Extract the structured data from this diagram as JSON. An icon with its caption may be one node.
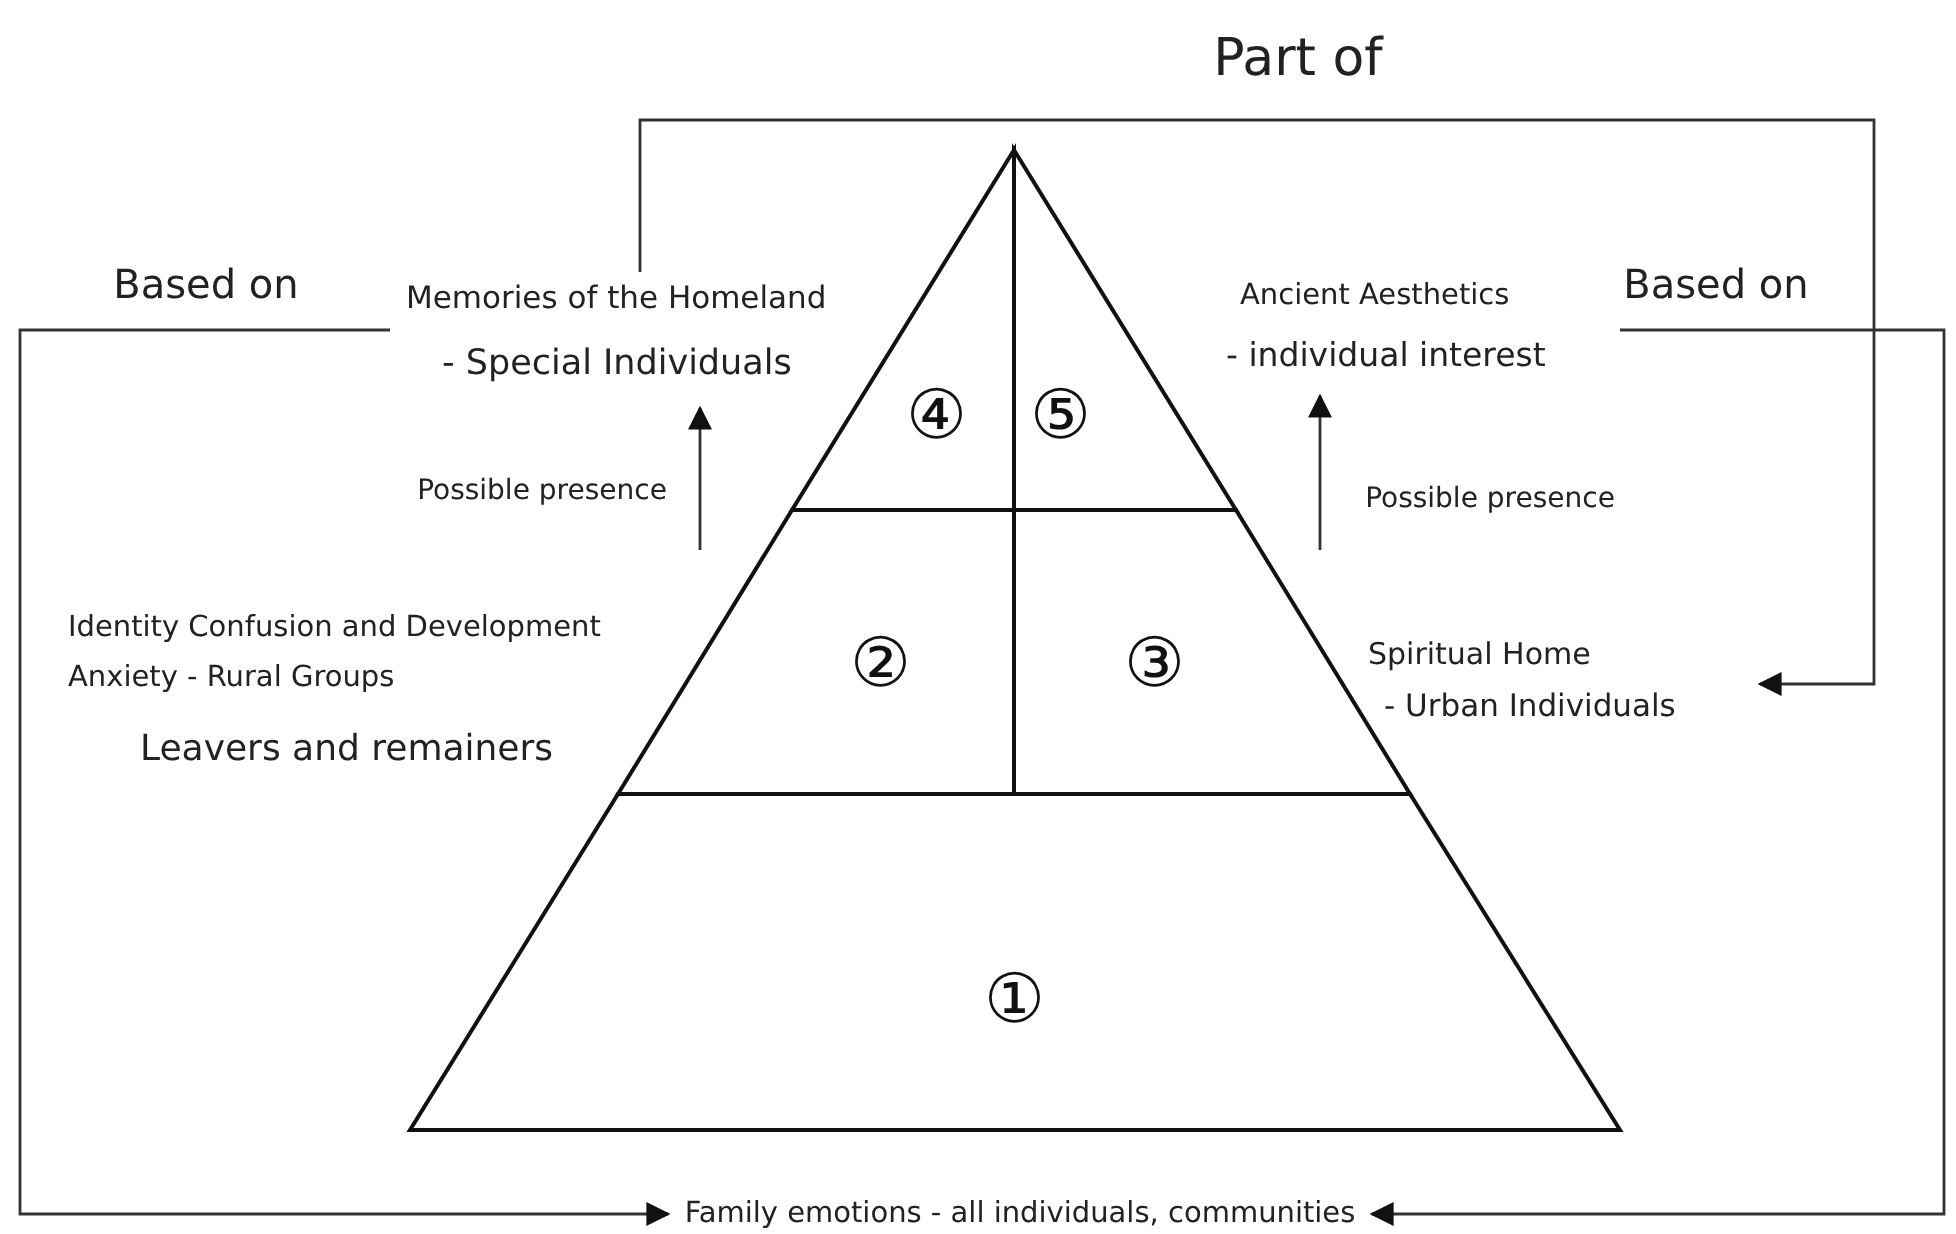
{
  "diagram": {
    "nodes": [
      {
        "text": [
          "①"
        ]
      },
      {
        "text": [
          "②"
        ]
      },
      {
        "text": [
          "③"
        ]
      },
      {
        "text": [
          "④"
        ]
      },
      {
        "text": [
          "⑤"
        ]
      },
      {
        "text": [
          "Memories of the Homeland",
          "- Special Individuals"
        ]
      },
      {
        "text": [
          "Identity Confusion and Development Anxiety - Rural Groups",
          "Leavers and remainers"
        ]
      },
      {
        "text": [
          "Ancient Aesthetics",
          "- individual interest"
        ]
      },
      {
        "text": [
          "Spiritual Home",
          "- Urban Individuals"
        ]
      },
      {
        "text": [
          "Family emotions - all individuals, communities"
        ]
      }
    ],
    "edges": [
      {
        "from": null,
        "to": 5,
        "arrow": "to",
        "label": "Possible presence"
      },
      {
        "from": null,
        "to": 7,
        "arrow": "to",
        "label": "Possible presence"
      },
      {
        "from": 5,
        "to": 9,
        "arrow": "to",
        "label": "Based on"
      },
      {
        "from": 7,
        "to": 9,
        "arrow": "to",
        "label": "Based on"
      },
      {
        "from": 5,
        "to": 8,
        "arrow": "to",
        "label": "Part of"
      }
    ]
  }
}
